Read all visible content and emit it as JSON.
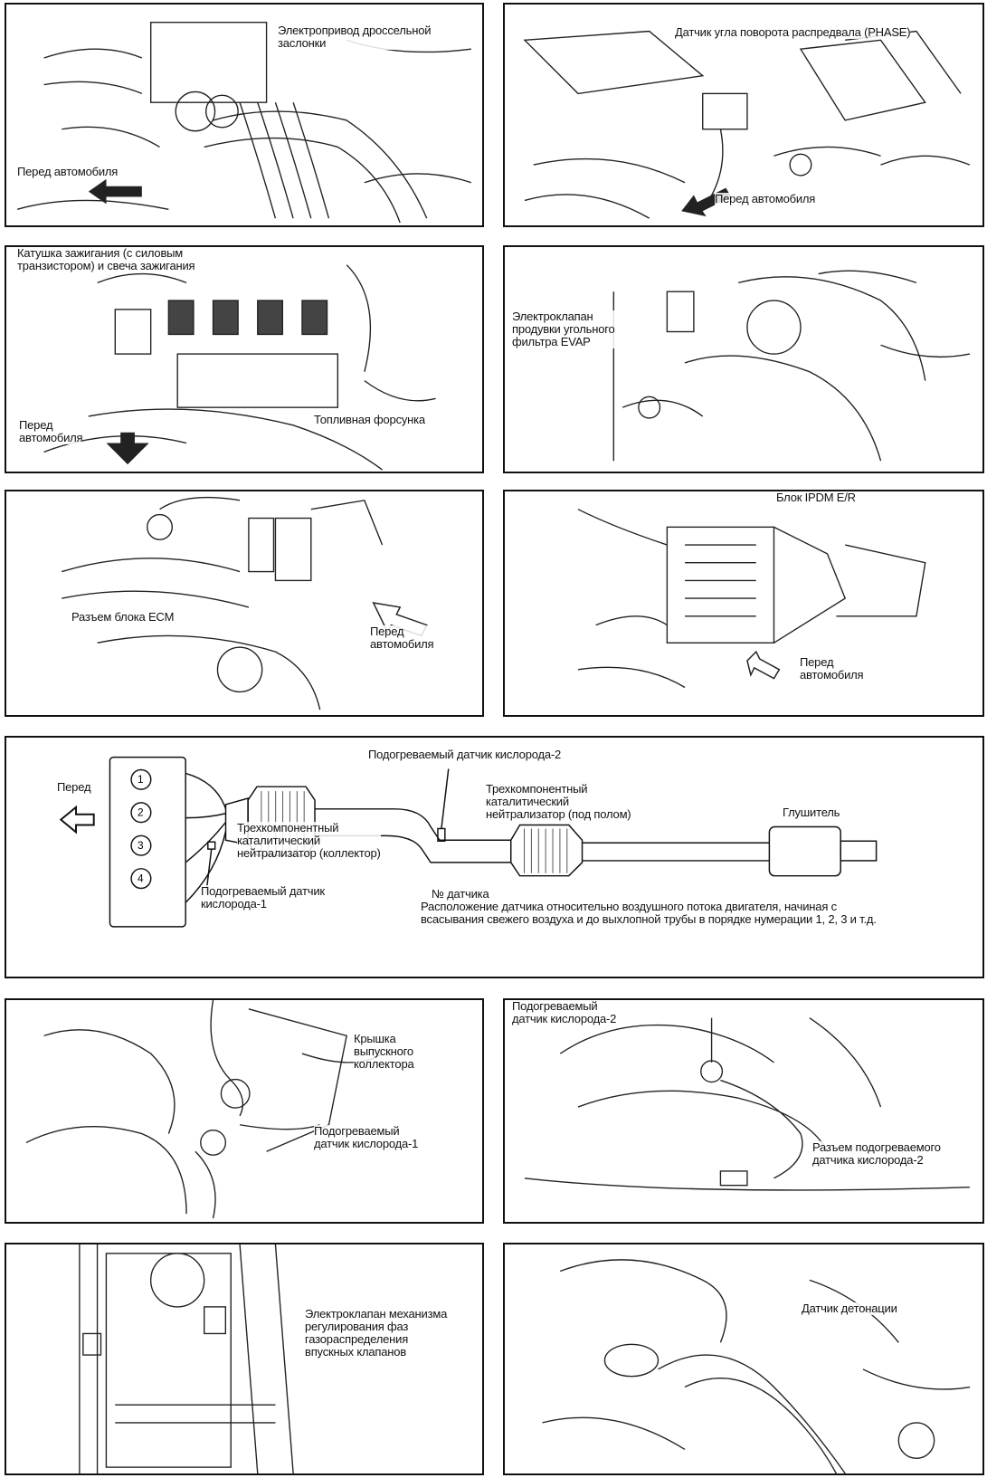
{
  "panels": {
    "throttle": {
      "label_actuator": "Электропривод дроссельной\nзаслонки",
      "label_front": "Перед автомобиля"
    },
    "camshaft": {
      "label_sensor": "Датчик угла поворота распредвала (PHASE)",
      "label_front": "Перед автомобиля"
    },
    "ignition": {
      "label_coil": "Катушка зажигания (с силовым\nтранзистором) и свеча зажигания",
      "label_injector": "Топливная форсунка",
      "label_front": "Перед\nавтомобиля"
    },
    "evap": {
      "label_valve": "Электроклапан\nпродувки угольного\nфильтра EVAP"
    },
    "ecm": {
      "label_connector": "Разъем блока ECM",
      "label_front": "Перед\nавтомобиля"
    },
    "ipdm": {
      "label_block": "Блок IPDM E/R",
      "label_front": "Перед\nавтомобиля"
    },
    "exhaust": {
      "label_front": "Перед",
      "cylinders": [
        "1",
        "2",
        "3",
        "4"
      ],
      "label_sensor2": "Подогреваемый датчик кислорода-2",
      "label_cat_under": "Трехкомпонентный\nкаталитический\nнейтрализатор (под полом)",
      "label_muffler": "Глушитель",
      "label_cat_manifold": "Трехкомпонентный\nкаталитический\nнейтрализатор (коллектор)",
      "label_sensor1": "Подогреваемый датчик\nкислорода-1",
      "label_note_title": "№ датчика",
      "label_note_body": "Расположение датчика относительно воздушного потока двигателя, начиная с\nвсасывания свежего воздуха и до выхлопной трубы в порядке нумерации 1, 2, 3 и т.д."
    },
    "o2s1": {
      "label_cover": "Крышка\nвыпускного\nколлектора",
      "label_sensor": "Подогреваемый\nдатчик кислорода-1"
    },
    "o2s2": {
      "label_sensor": "Подогреваемый\nдатчик кислорода-2",
      "label_connector": "Разъем подогреваемого\nдатчика кислорода-2"
    },
    "ivt": {
      "label_valve": "Электроклапан механизма\nрегулирования фаз\nгазораспределения\nвпускных клапанов"
    },
    "knock": {
      "label_sensor": "Датчик детонации"
    }
  }
}
